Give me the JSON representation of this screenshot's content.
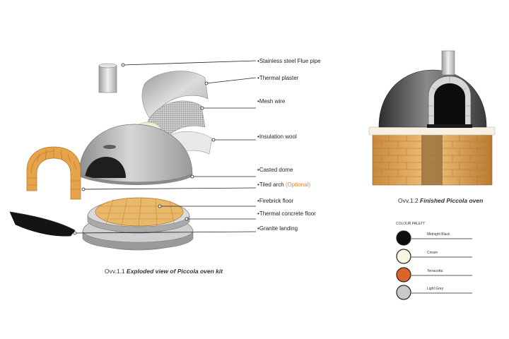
{
  "exploded": {
    "labels": [
      {
        "text": "Stainless steel Flue pipe"
      },
      {
        "text": "Thermal plaster"
      },
      {
        "text": "Mesh wire"
      },
      {
        "text": "Insulation wool"
      },
      {
        "text": "Casted dome"
      },
      {
        "text": "Tiled arch",
        "suffix": " (Optional)"
      },
      {
        "text": "Firebrick floor"
      },
      {
        "text": "Thermal concrete floor"
      },
      {
        "text": "Granite landing"
      }
    ],
    "caption_prefix": "Ovv.1.1 ",
    "caption_title": "Exploded view of Piccola oven kit"
  },
  "finished": {
    "caption_prefix": "Ovv.1.2 ",
    "caption_title": "Finished Piccola oven"
  },
  "palette": {
    "title": "COLOUR PALETT",
    "swatches": [
      {
        "name": "Midnight Black",
        "color": "#0d0d0d"
      },
      {
        "name": "Cream",
        "color": "#fbf5e2"
      },
      {
        "name": "Terracotta",
        "color": "#d9652a"
      },
      {
        "name": "Light Grey",
        "color": "#c9c9c9"
      }
    ]
  },
  "colors": {
    "brick": "#e6a34a",
    "brick_dark": "#c98534",
    "dome_dark": "#3a3a3a",
    "dome_light": "#c0c0c0",
    "accent_optional": "#e8822b"
  }
}
